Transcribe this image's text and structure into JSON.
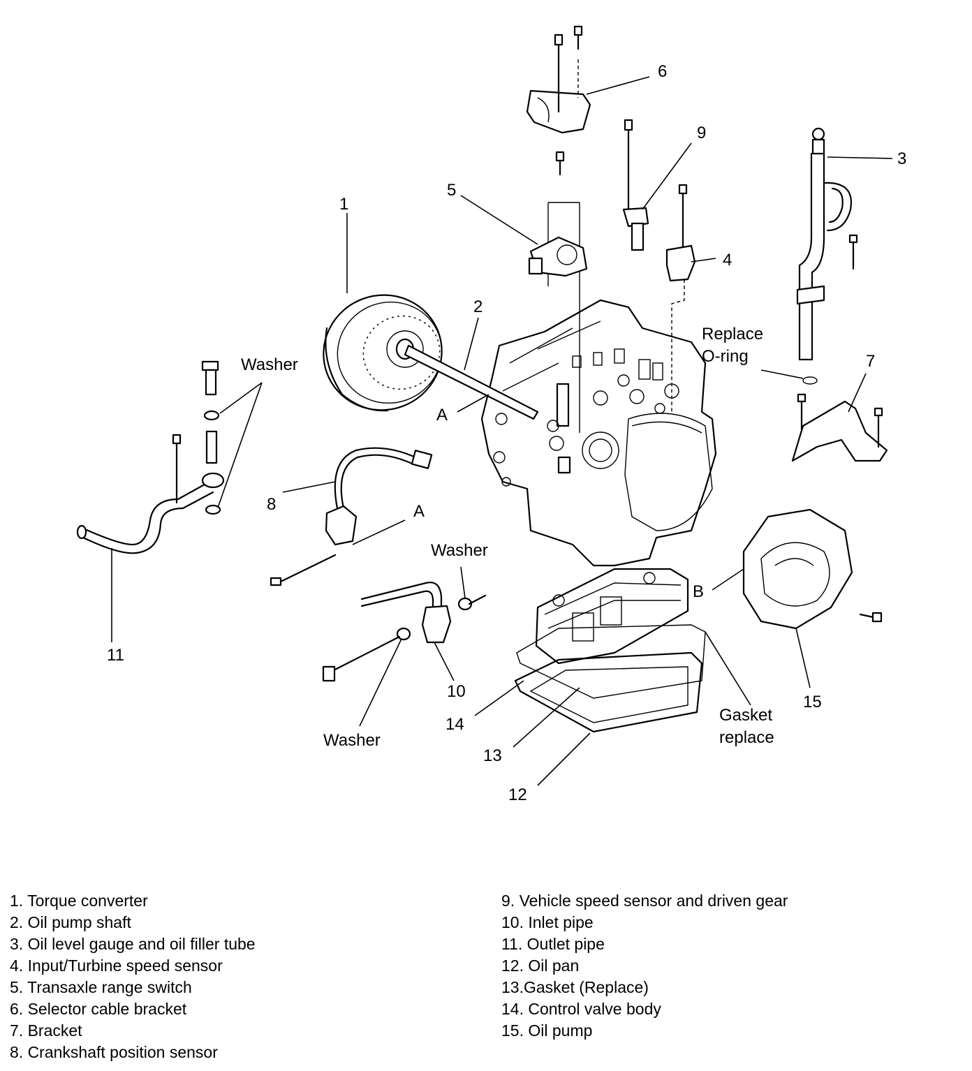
{
  "callouts": {
    "c1": "1",
    "c2": "2",
    "c3": "3",
    "c4": "4",
    "c5": "5",
    "c6": "6",
    "c7": "7",
    "c8": "8",
    "c9": "9",
    "c10": "10",
    "c11": "11",
    "c12": "12",
    "c13": "13",
    "c14": "14",
    "c15": "15",
    "a_top": "A",
    "a_bottom": "A",
    "b": "B",
    "washer_left": "Washer",
    "washer_mid": "Washer",
    "washer_bottom": "Washer",
    "oring_1": "Replace",
    "oring_2": "O-ring",
    "gasket_1": "Gasket",
    "gasket_2": "replace"
  },
  "legend": {
    "left": [
      "1.  Torque converter",
      "2. Oil pump shaft",
      "3. Oil level gauge and oil filler tube",
      "4. Input/Turbine speed sensor",
      "5. Transaxle range switch",
      "6. Selector cable bracket",
      "7. Bracket",
      "8. Crankshaft position sensor"
    ],
    "right": [
      "9.  Vehicle speed sensor and driven gear",
      "10. Inlet pipe",
      "11. Outlet pipe",
      "12. Oil pan",
      "13.Gasket (Replace)",
      "14. Control valve body",
      "15. Oil pump"
    ]
  }
}
